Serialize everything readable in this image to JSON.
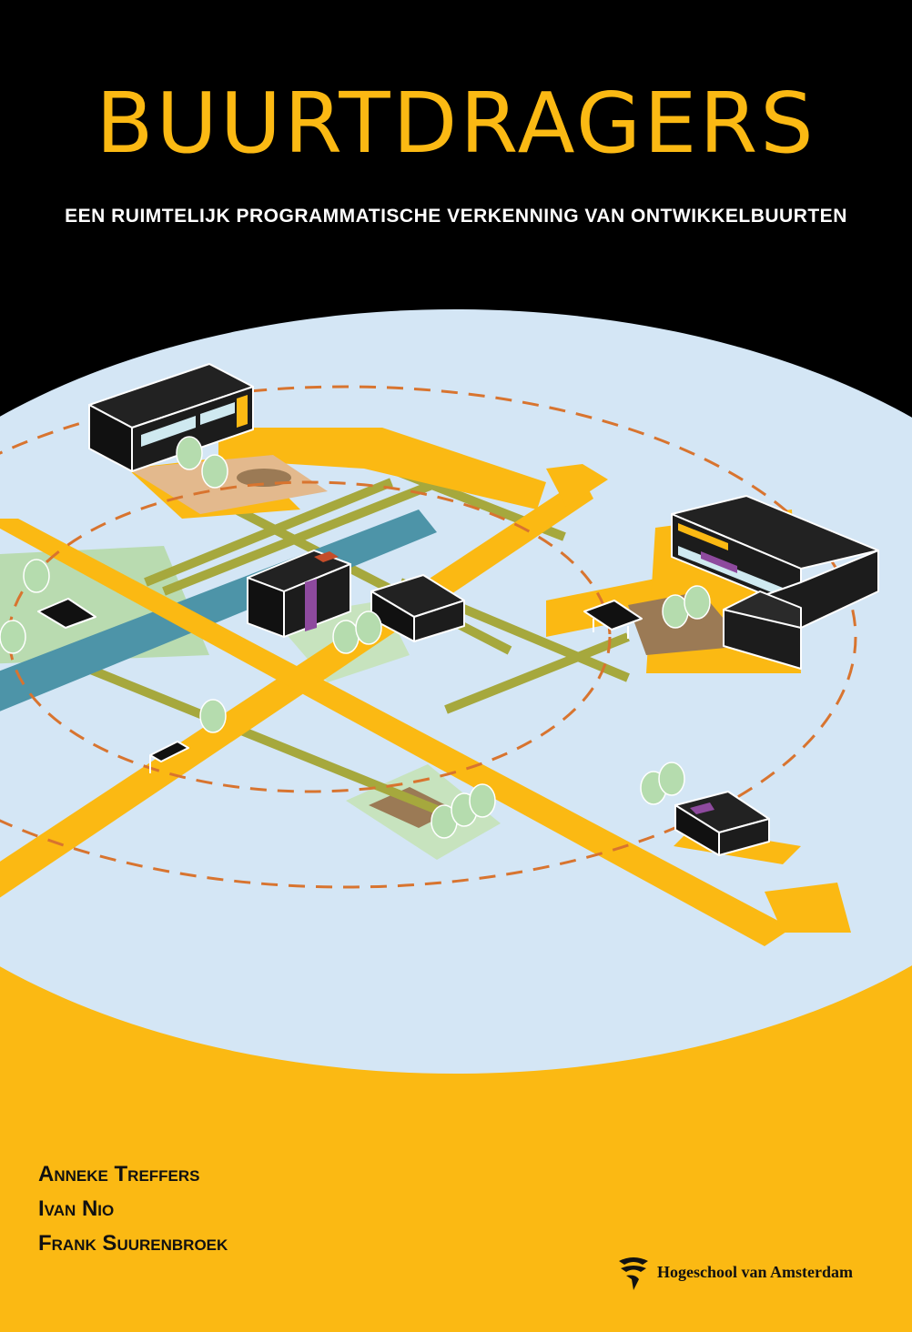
{
  "cover": {
    "title": "BUURTDRAGERS",
    "subtitle": "EEN RUIMTELIJK PROGRAMMATISCHE VERKENNING VAN ONTWIKKELBUURTEN",
    "authors": [
      "Anneke Treffers",
      "Ivan Nio",
      "Frank Suurenbroek"
    ],
    "publisher": "Hogeschool van Amsterdam",
    "publisher_logo_icon": "hva-logo-icon"
  },
  "colors": {
    "background_top": "#000000",
    "accent_yellow": "#fbb913",
    "disc_blue": "#d4e6f5",
    "canal": "#4d94a8",
    "green_lane": "#a6a83d",
    "dashed_circle": "#d8742f",
    "building": "#1c1c1c",
    "tree": "#b5dcae"
  }
}
